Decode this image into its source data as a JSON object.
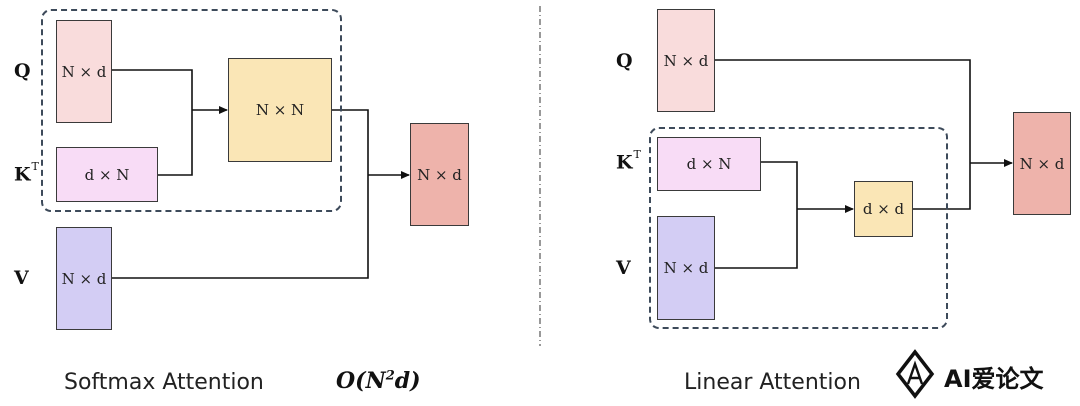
{
  "softmax": {
    "labels": {
      "q": "Q",
      "k": "K",
      "k_sup": "T",
      "v": "V"
    },
    "boxes": {
      "q": "N × d",
      "k": "d × N",
      "v": "N × d",
      "attn": "N × N",
      "out": "N × d"
    },
    "caption": "Softmax Attention",
    "complexity": {
      "prefix": "O(N",
      "exp": "2",
      "suffix": "d)"
    }
  },
  "linear": {
    "labels": {
      "q": "Q",
      "k": "K",
      "k_sup": "T",
      "v": "V"
    },
    "boxes": {
      "q": "N × d",
      "k": "d × N",
      "v": "N × d",
      "kv": "d × d",
      "out": "N × d"
    },
    "caption": "Linear Attention"
  },
  "watermark": {
    "text": "AI爱论文"
  }
}
